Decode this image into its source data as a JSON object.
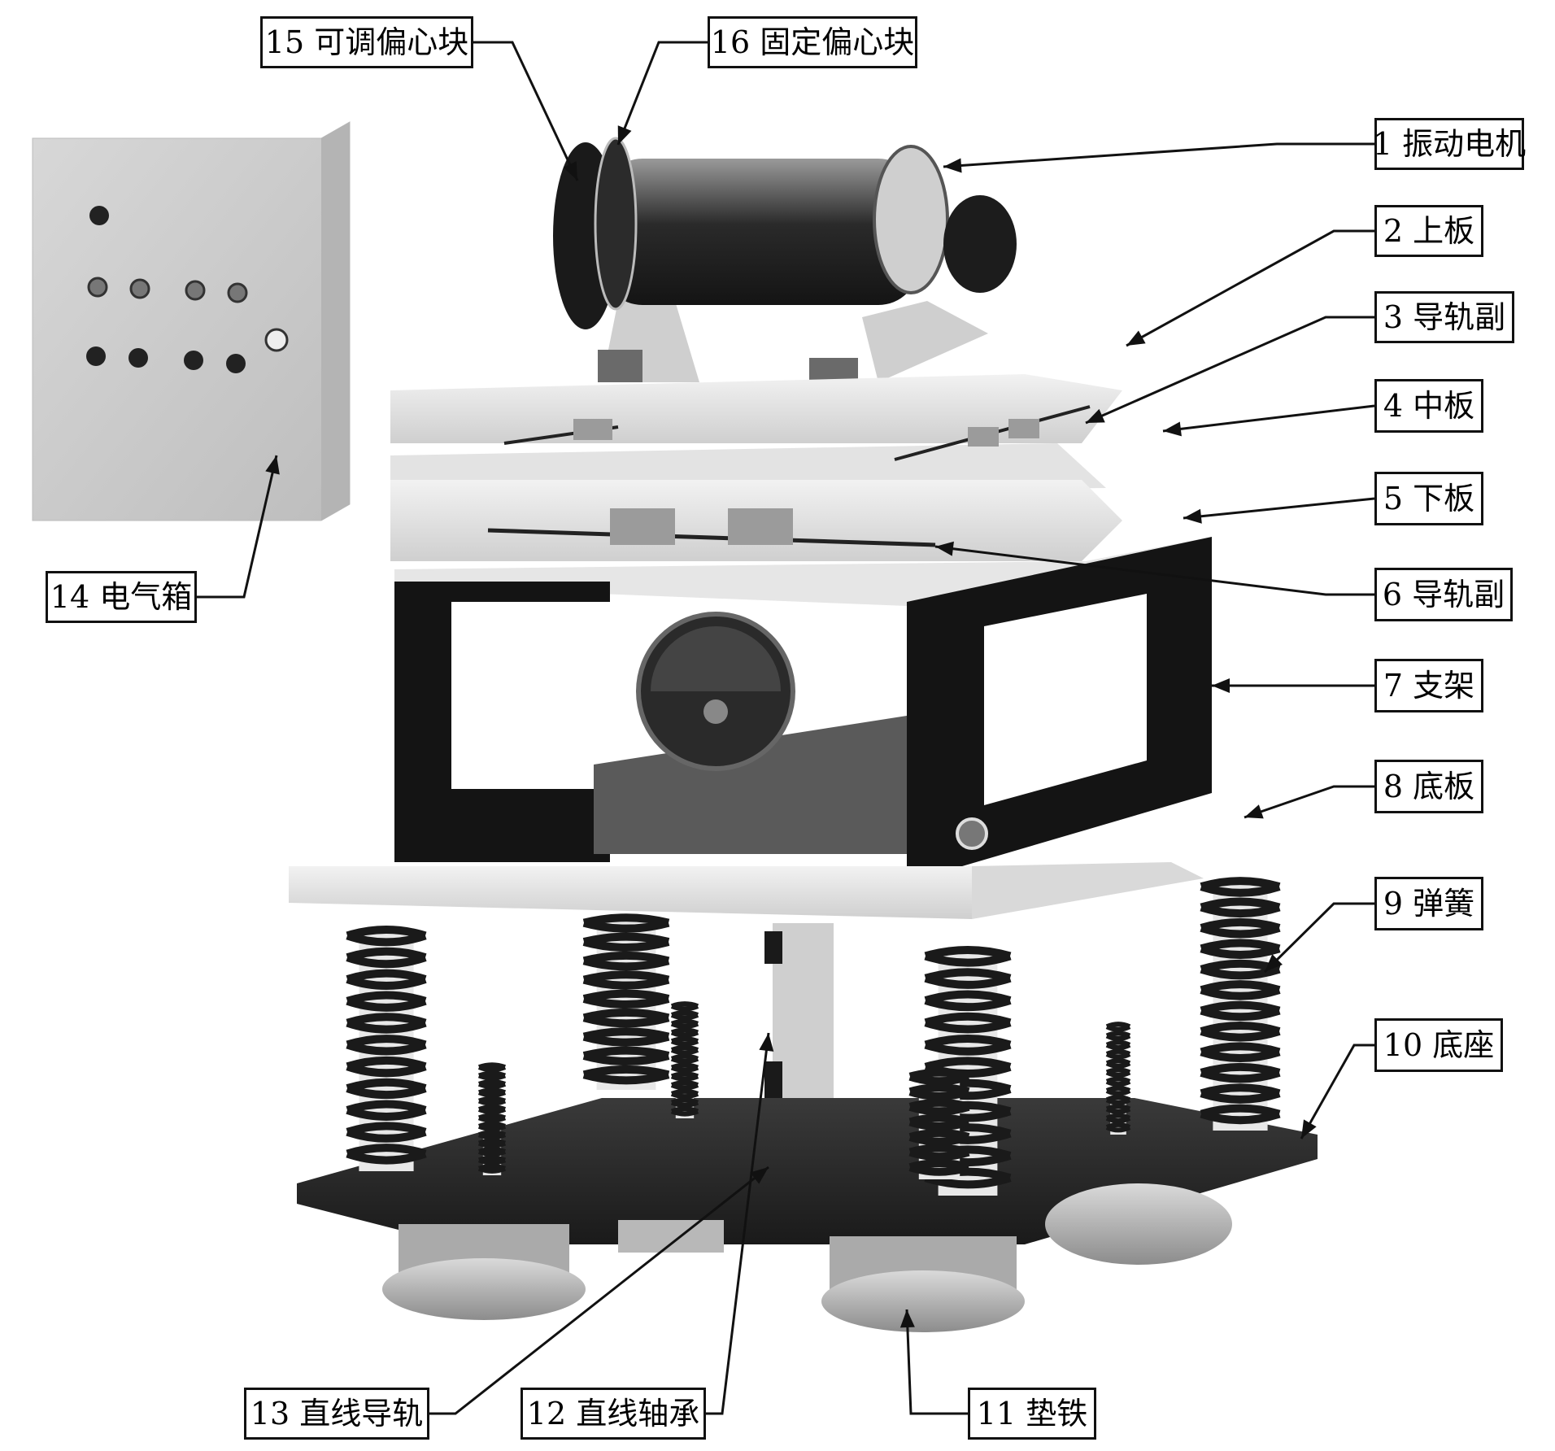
{
  "figure": {
    "callouts": [
      {
        "id": "c1",
        "text": "1 振动电机"
      },
      {
        "id": "c2",
        "text": "2 上板"
      },
      {
        "id": "c3",
        "text": "3 导轨副"
      },
      {
        "id": "c4",
        "text": "4 中板"
      },
      {
        "id": "c5",
        "text": "5 下板"
      },
      {
        "id": "c6",
        "text": "6 导轨副"
      },
      {
        "id": "c7",
        "text": "7 支架"
      },
      {
        "id": "c8",
        "text": "8 底板"
      },
      {
        "id": "c9",
        "text": "9 弹簧"
      },
      {
        "id": "c10",
        "text": "10 底座"
      },
      {
        "id": "c11",
        "text": "11 垫铁"
      },
      {
        "id": "c12",
        "text": "12 直线轴承"
      },
      {
        "id": "c13",
        "text": "13 直线导轨"
      },
      {
        "id": "c14",
        "text": "14 电气箱"
      },
      {
        "id": "c15",
        "text": "15 可调偏心块"
      },
      {
        "id": "c16",
        "text": "16 固定偏心块"
      }
    ]
  },
  "colors": {
    "ink": "#111111",
    "plate": "#dcdcdc",
    "dark": "#1a1a1a",
    "metal": "#8a8a8a",
    "box": "#c8c8c8"
  }
}
